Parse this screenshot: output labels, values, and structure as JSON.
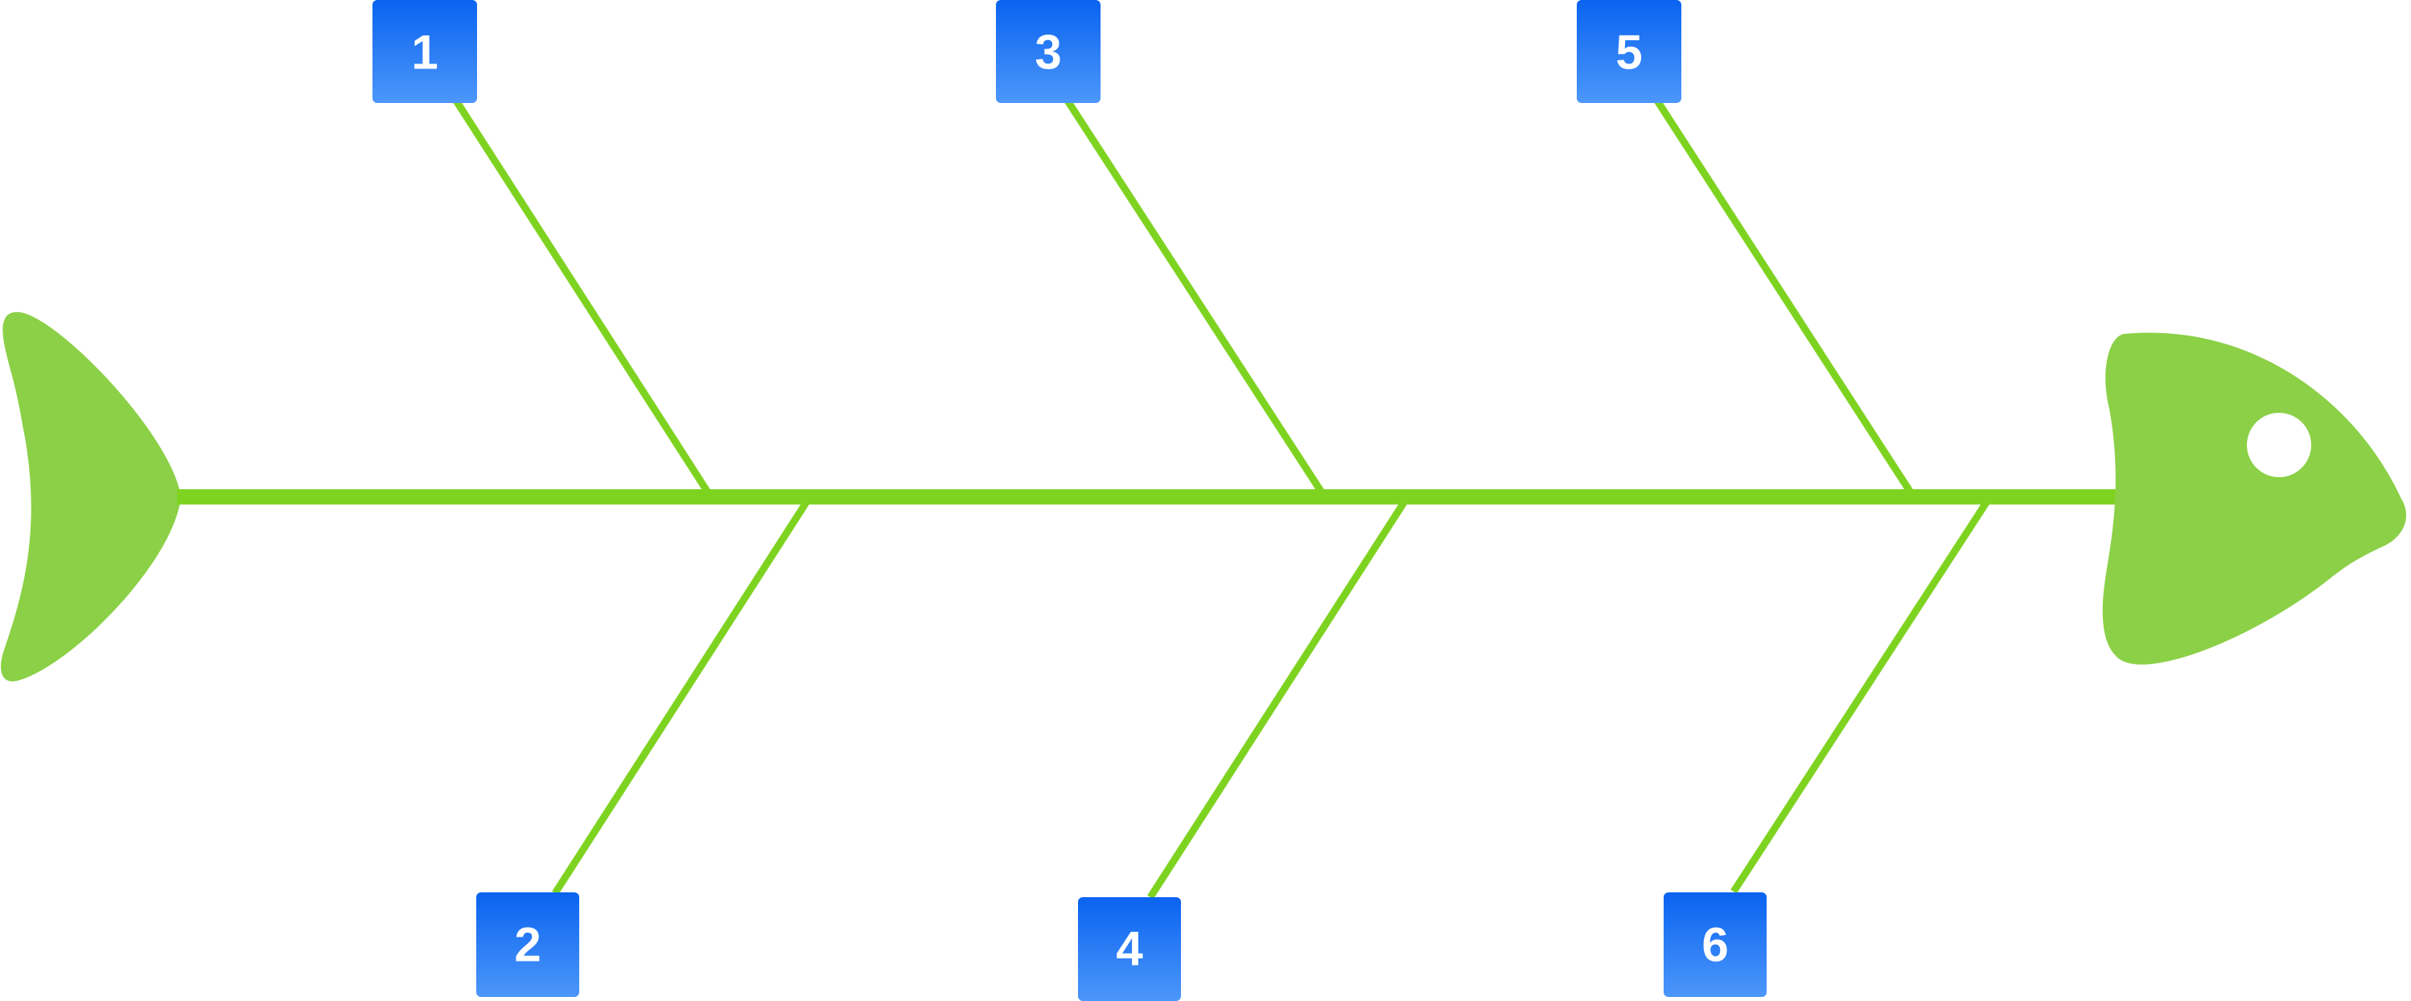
{
  "diagram": {
    "type": "fishbone",
    "colors": {
      "spine": "#7ED321",
      "body": "#8BD046",
      "eye": "#ffffff",
      "label_box_top": "#0A63F0",
      "label_box_bottom": "#4C97FA",
      "label_text": "#ffffff"
    },
    "causes": [
      {
        "label": "1",
        "side": "top"
      },
      {
        "label": "2",
        "side": "bottom"
      },
      {
        "label": "3",
        "side": "top"
      },
      {
        "label": "4",
        "side": "bottom"
      },
      {
        "label": "5",
        "side": "top"
      },
      {
        "label": "6",
        "side": "bottom"
      }
    ]
  }
}
